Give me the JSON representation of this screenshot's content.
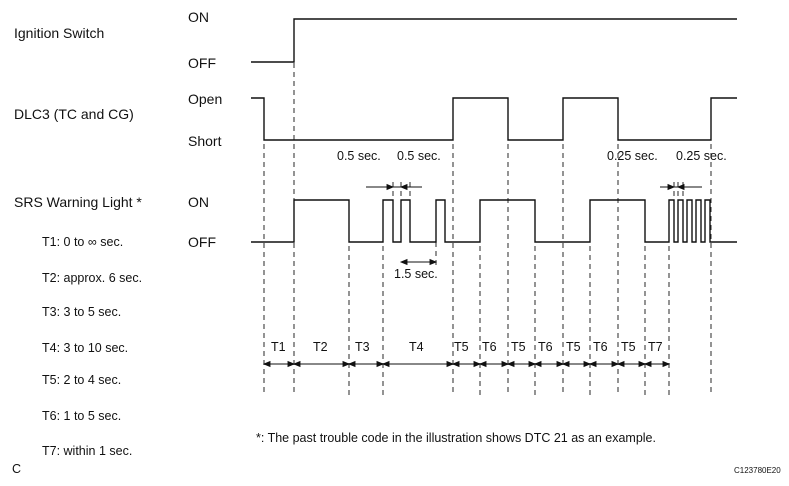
{
  "signals": {
    "ignition": {
      "label": "Ignition Switch",
      "high": "ON",
      "low": "OFF"
    },
    "dlc3": {
      "label": "DLC3 (TC and CG)",
      "high": "Open",
      "low": "Short"
    },
    "srs": {
      "label": "SRS Warning Light *",
      "high": "ON",
      "low": "OFF"
    }
  },
  "timing_legend": [
    "T1: 0 to ∞ sec.",
    "T2: approx. 6 sec.",
    "T3: 3 to 5 sec.",
    "T4: 3 to 10 sec.",
    "T5: 2 to 4 sec.",
    "T6: 1 to 5 sec.",
    "T7: within 1 sec."
  ],
  "annotations": {
    "dlc_half_1": "0.5 sec.",
    "dlc_half_2": "0.5 sec.",
    "dlc_quarter_1": "0.25 sec.",
    "dlc_quarter_2": "0.25 sec.",
    "gap": "1.5 sec."
  },
  "intervals": [
    "T1",
    "T2",
    "T3",
    "T4",
    "T5",
    "T6",
    "T5",
    "T6",
    "T5",
    "T6",
    "T5",
    "T7"
  ],
  "footnote": "*: The past trouble code in the illustration shows DTC 21 as an example.",
  "corner_letter": "C",
  "figure_id": "C123780E20"
}
